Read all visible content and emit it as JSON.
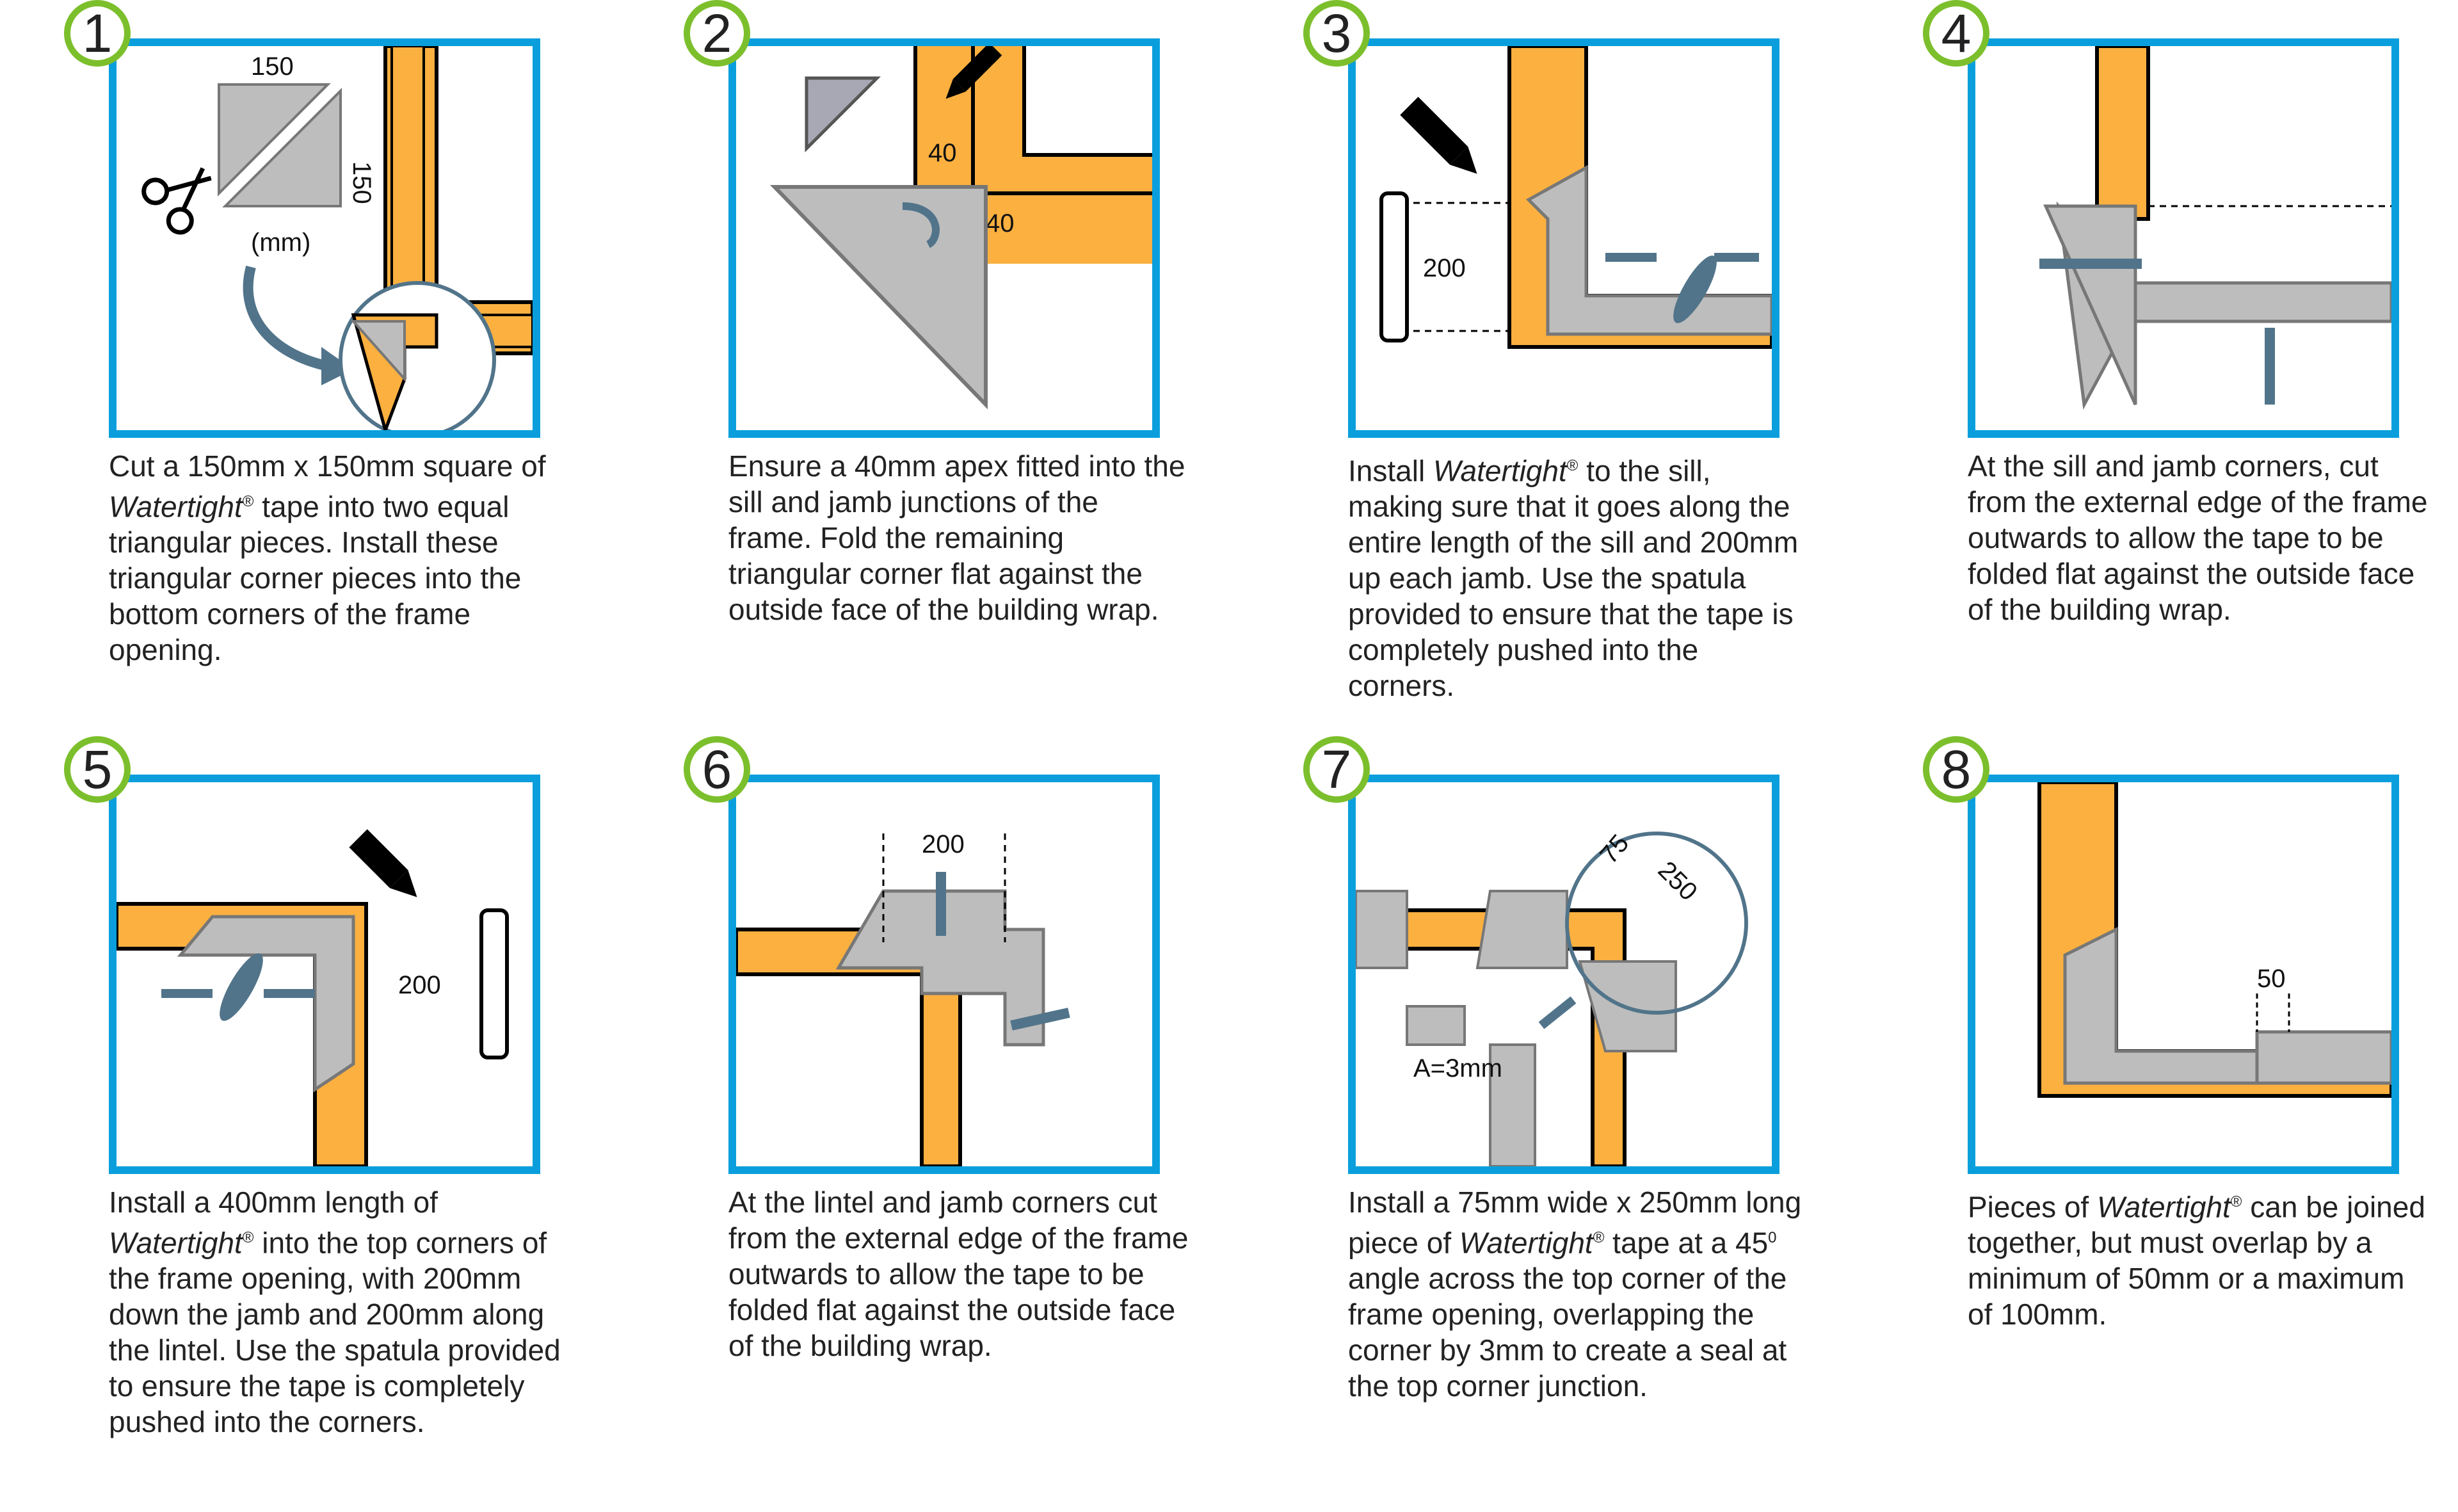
{
  "colors": {
    "frame_border": "#0a9fdc",
    "badge_ring": "#7cbf2c",
    "timber": "#fbb040",
    "tape": "#bdbdbd",
    "tape_outline": "#777777",
    "arrow": "#51748a"
  },
  "steps": [
    {
      "number": "1",
      "labels": {
        "w": "150",
        "h": "150",
        "unit": "(mm)"
      },
      "icons": [
        "scissors-icon",
        "curved-arrow-icon",
        "magnifier-circle-icon"
      ],
      "caption": {
        "p1": "Cut a 150mm x 150mm square of ",
        "brand": "Watertight",
        "reg": "®",
        "p2": " tape into two equal triangular pieces. Install these triangular corner pieces into the bottom corners of the frame opening."
      }
    },
    {
      "number": "2",
      "labels": {
        "a": "40",
        "b": "40"
      },
      "icons": [
        "pencil-icon",
        "fold-arrow-icon"
      ],
      "caption": {
        "p1": "Ensure a 40mm apex fitted into the sill and jamb junctions of the frame. Fold the remaining triangular corner flat against the outside face of the building wrap."
      }
    },
    {
      "number": "3",
      "labels": {
        "d": "200"
      },
      "icons": [
        "pencil-icon",
        "ruler-icon",
        "spatula-icon"
      ],
      "caption": {
        "p1": "Install ",
        "brand": "Watertight",
        "reg": "®",
        "p2": " to the sill, making sure that it goes along the entire length of the sill and 200mm up each jamb. Use the spatula provided to ensure that the tape is completely pushed into the corners."
      }
    },
    {
      "number": "4",
      "labels": {},
      "icons": [
        "fold-arrow-icon"
      ],
      "caption": {
        "p1": "At the sill and jamb corners, cut from the external edge of the frame outwards to allow the tape to be folded flat against the outside face of the building wrap."
      }
    },
    {
      "number": "5",
      "labels": {
        "d": "200"
      },
      "icons": [
        "pencil-icon",
        "ruler-icon",
        "spatula-icon"
      ],
      "caption": {
        "p1": "Install a 400mm length of ",
        "brand": "Watertight",
        "reg": "®",
        "p2": " into the top corners of the frame opening, with 200mm down the jamb and 200mm along the lintel. Use the spatula provided to ensure the tape is completely pushed into the corners."
      }
    },
    {
      "number": "6",
      "labels": {
        "d": "200"
      },
      "icons": [
        "fold-arrow-icon"
      ],
      "caption": {
        "p1": "At the lintel and jamb corners cut from the external edge of the frame outwards to allow the tape to be folded flat against the outside face of the building wrap."
      }
    },
    {
      "number": "7",
      "labels": {
        "w": "75",
        "l": "250",
        "a": "A=3mm"
      },
      "icons": [
        "magnifier-circle-icon",
        "arrow-icon"
      ],
      "caption": {
        "p1": "Install a 75mm wide x 250mm long piece of ",
        "brand": "Watertight",
        "reg": "®",
        "p2": " tape at a 45",
        "deg": "0",
        "p3": " angle across the top corner of the frame opening, overlapping the corner by 3mm to create a seal at the top corner junction."
      }
    },
    {
      "number": "8",
      "labels": {
        "o": "50"
      },
      "icons": [],
      "caption": {
        "p1": "Pieces of ",
        "brand": "Watertight",
        "reg": "®",
        "p2": " can be joined together, but must overlap by a minimum of 50mm or a maximum of 100mm."
      }
    }
  ]
}
